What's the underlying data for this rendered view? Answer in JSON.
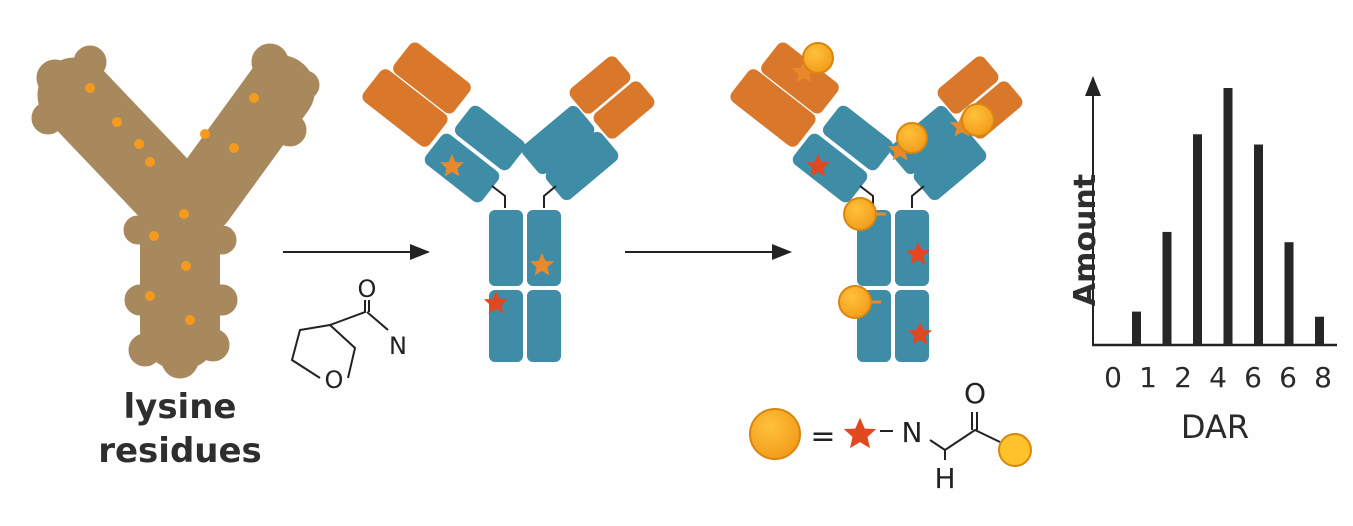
{
  "labels": {
    "lysine_line1": "lysine",
    "lysine_line2": "residues"
  },
  "reagent": {
    "carbonyl_o": "O",
    "amide_n": "N",
    "ring_o": "O"
  },
  "legend": {
    "equals": "=",
    "n": "N",
    "h": "H",
    "o": "O"
  },
  "colors": {
    "antibody_brown": "#a8895e",
    "lysine_dot": "#f59a1c",
    "heavy_orange": "#d9782a",
    "light_blue": "#3f8ca6",
    "star_red": "#e2481f",
    "star_orange": "#e8892b",
    "payload": "#f5a623"
  },
  "chart_data": {
    "type": "bar",
    "title": "",
    "xlabel": "DAR",
    "ylabel": "Amount",
    "categories": [
      "0",
      "1",
      "2",
      "4",
      "6",
      "6",
      "8"
    ],
    "values": [
      13,
      44,
      82,
      100,
      78,
      40,
      11
    ],
    "ylim": [
      0,
      110
    ],
    "grid": false
  }
}
